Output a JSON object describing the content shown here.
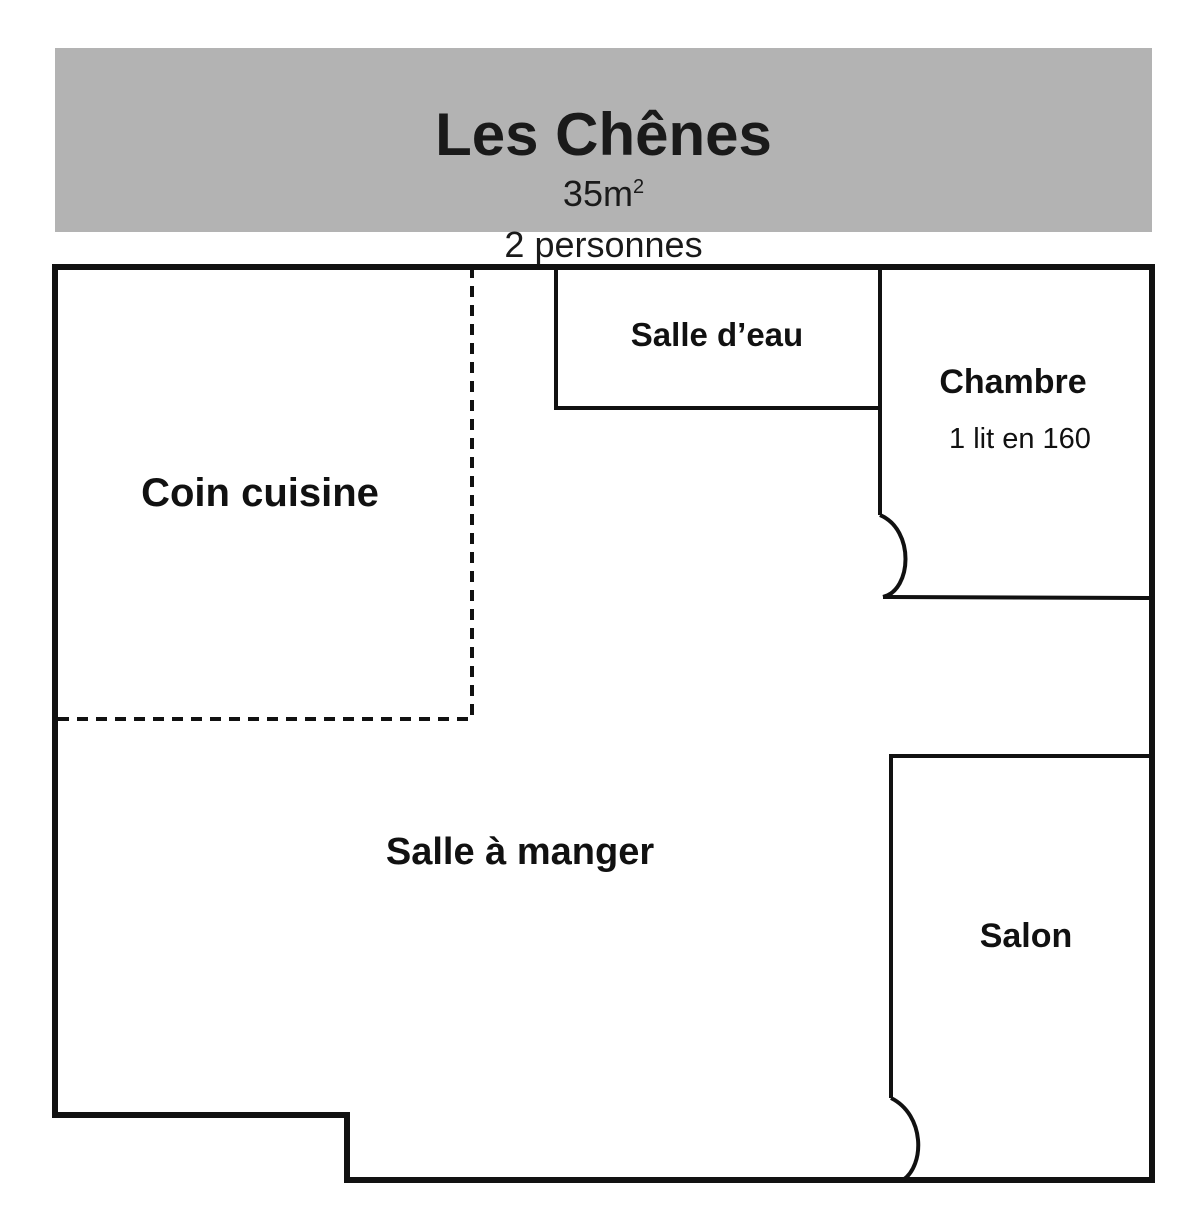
{
  "header": {
    "title": "Les Chênes",
    "area_value": "35m",
    "area_exponent": "2",
    "capacity": "2 personnes",
    "background_color": "#b3b3b3"
  },
  "rooms": {
    "kitchen": "Coin cuisine",
    "shower_room": "Salle d’eau",
    "bedroom": "Chambre",
    "bedroom_note": "1 lit en 160",
    "dining_room": "Salle à manger",
    "living_room": "Salon"
  }
}
